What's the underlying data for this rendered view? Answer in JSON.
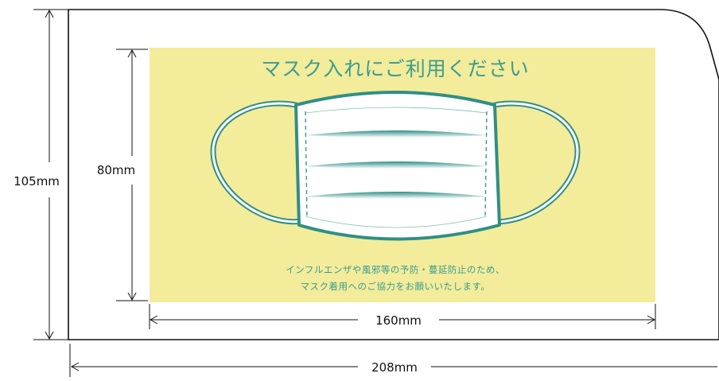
{
  "dimensions": {
    "outer_height": "105mm",
    "outer_width": "208mm",
    "inner_height": "80mm",
    "inner_width": "160mm"
  },
  "sign": {
    "title": "マスク入れにご利用ください",
    "note_line1": "インフルエンザや風邪等の予防・蔓延防止のため、",
    "note_line2": "マスク着用へのご協力をお願いいたします。"
  },
  "colors": {
    "panel_background": "#f3ec9a",
    "accent": "#3a9c92",
    "mask_fill": "#ffffff",
    "outline": "#111111"
  },
  "icons": {
    "mask": "face-mask-illustration"
  }
}
